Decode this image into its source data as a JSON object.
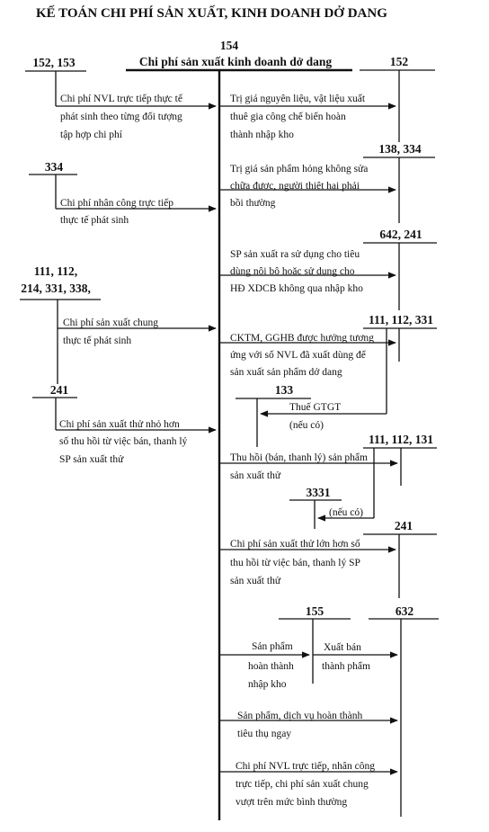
{
  "title": "KẾ TOÁN CHI PHÍ SẢN XUẤT, KINH DOANH DỞ DANG",
  "main_account": {
    "code": "154",
    "name": "Chi phí sản xuất kinh doanh dở dang"
  },
  "accounts": {
    "a152_153": "152, 153",
    "a152": "152",
    "a334": "334",
    "a138_334": "138, 334",
    "a642_241": "642, 241",
    "a111_line1": "111, 112,",
    "a111_line2": "214, 331, 338,",
    "a111_112_331": "111, 112, 331",
    "a241_left": "241",
    "a133": "133",
    "a111_112_131": "111, 112, 131",
    "a3331": "3331",
    "a241_right": "241",
    "a155": "155",
    "a632": "632"
  },
  "left_entries": {
    "nvl": [
      "Chi phí NVL trực tiếp thực tế",
      "phát sinh theo từng đối tượng",
      "tập hợp chi phí"
    ],
    "labor": [
      "Chi phí nhân công trực tiếp",
      "thực tế phát sinh"
    ],
    "general": [
      "Chi phí sản xuất chung",
      "thực tế phát sinh"
    ],
    "trial_less": [
      "Chi phí sản xuất thử nhỏ hơn",
      "số thu hồi từ việc bán, thanh lý",
      "SP sản xuất thử"
    ]
  },
  "right_entries": {
    "outsourced": [
      "Trị giá nguyên liệu, vật liệu xuất",
      "thuê gia công chế biến hoàn",
      "thành nhập kho"
    ],
    "damaged": [
      "Trị giá sản phẩm hỏng không sửa",
      "chữa được, người thiệt hại phải",
      "bồi thường"
    ],
    "internal_use": [
      "SP sản xuất ra sử dụng cho tiêu",
      "dùng nội bộ hoặc sử dụng cho",
      "HĐ XDCB không qua nhập kho"
    ],
    "discount": [
      "CKTM, GGHB được hưởng tương",
      "ứng với số NVL đã xuất dùng để",
      "sản xuất sản phẩm dở dang"
    ],
    "vat_in": [
      "Thuế GTGT",
      "(nếu có)"
    ],
    "recovery": [
      "Thu hồi (bán, thanh lý) sản phẩm",
      "sản xuất thử"
    ],
    "vat_out": [
      "(nếu có)"
    ],
    "trial_more": [
      "Chi phí sản xuất thử lớn hơn số",
      "thu hồi từ việc bán, thanh lý SP",
      "sản xuất thử"
    ],
    "finished": [
      "Sản phẩm",
      "hoàn thành",
      "nhập kho"
    ],
    "sold": [
      "Xuất bán",
      "thành phẩm"
    ],
    "consumed": [
      "Sản phẩm, dịch vụ hoàn thành",
      "tiêu thụ ngay"
    ],
    "abnormal": [
      "Chi phí NVL trực tiếp, nhân công",
      "trực tiếp, chi phí sản xuất chung",
      "vượt trên mức bình thường"
    ]
  }
}
